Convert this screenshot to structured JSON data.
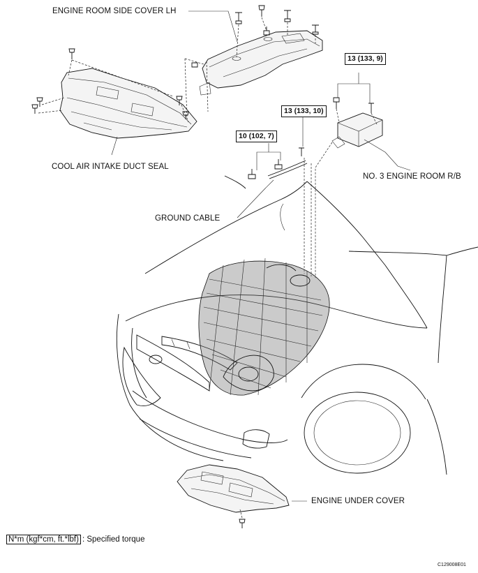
{
  "labels": {
    "side_cover": "ENGINE ROOM SIDE COVER LH",
    "duct_seal": "COOL AIR INTAKE DUCT SEAL",
    "relay_block": "NO. 3 ENGINE ROOM R/B",
    "ground_cable": "GROUND CABLE",
    "under_cover": "ENGINE UNDER COVER"
  },
  "torques": {
    "relay_block": "13 (133, 9)",
    "ground_cable_bolt": "13 (133, 10)",
    "ground_cable_nuts": "10 (102, 7)"
  },
  "legend": {
    "unit_box": "N*m (kgf*cm, ft.*lbf)",
    "description": ": Specified torque"
  },
  "figure_code": "C129008E01"
}
